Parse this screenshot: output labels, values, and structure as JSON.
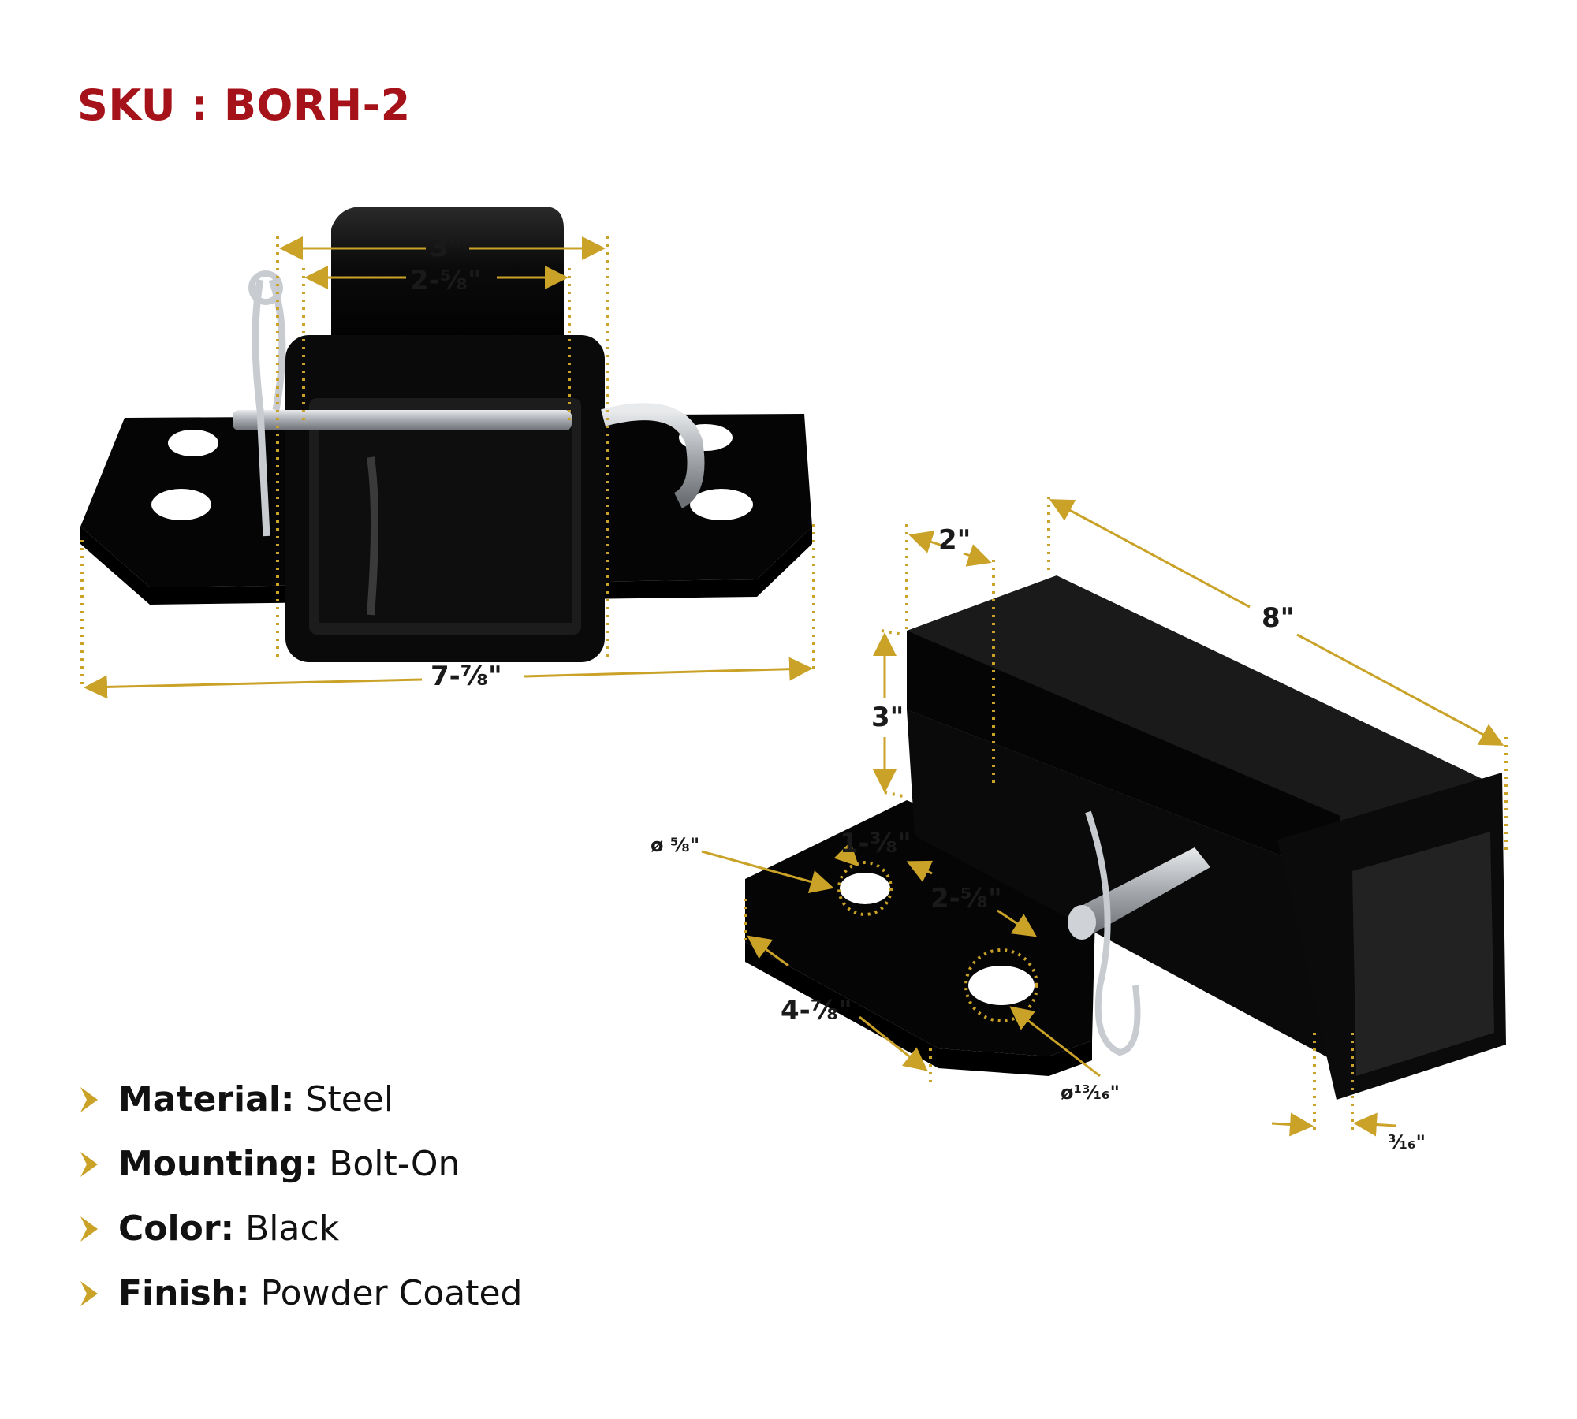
{
  "sku": "SKU : BORH-2",
  "dimensions": {
    "top_outer_width": "3\"",
    "top_inner_width": "2-⅝\"",
    "top_plate_width": "7-⅞\"",
    "right_wall": "2\"",
    "right_length": "8\"",
    "right_height": "3\"",
    "hole_small_dia": "ø ⅝\"",
    "hole_spacing_a": "1-⅜\"",
    "hole_spacing_b": "2-⅝\"",
    "plate_depth": "4-⅞\"",
    "hole_large_dia": "ø¹³⁄₁₆\"",
    "wall_thickness": "³⁄₁₆\""
  },
  "specs": [
    {
      "label": "Material:",
      "value": "Steel"
    },
    {
      "label": "Mounting:",
      "value": "Bolt-On"
    },
    {
      "label": "Color:",
      "value": "Black"
    },
    {
      "label": "Finish:",
      "value": "Powder Coated"
    }
  ],
  "colors": {
    "sku": "#a51219",
    "accent": "#c9a227",
    "steel_black": "#0d0d0d",
    "pin_silver": "#b8bcc2"
  },
  "icons": {
    "bullet": "chevron-right-icon",
    "pin": "hitch-pin-icon",
    "clip": "hair-pin-clip-icon"
  }
}
